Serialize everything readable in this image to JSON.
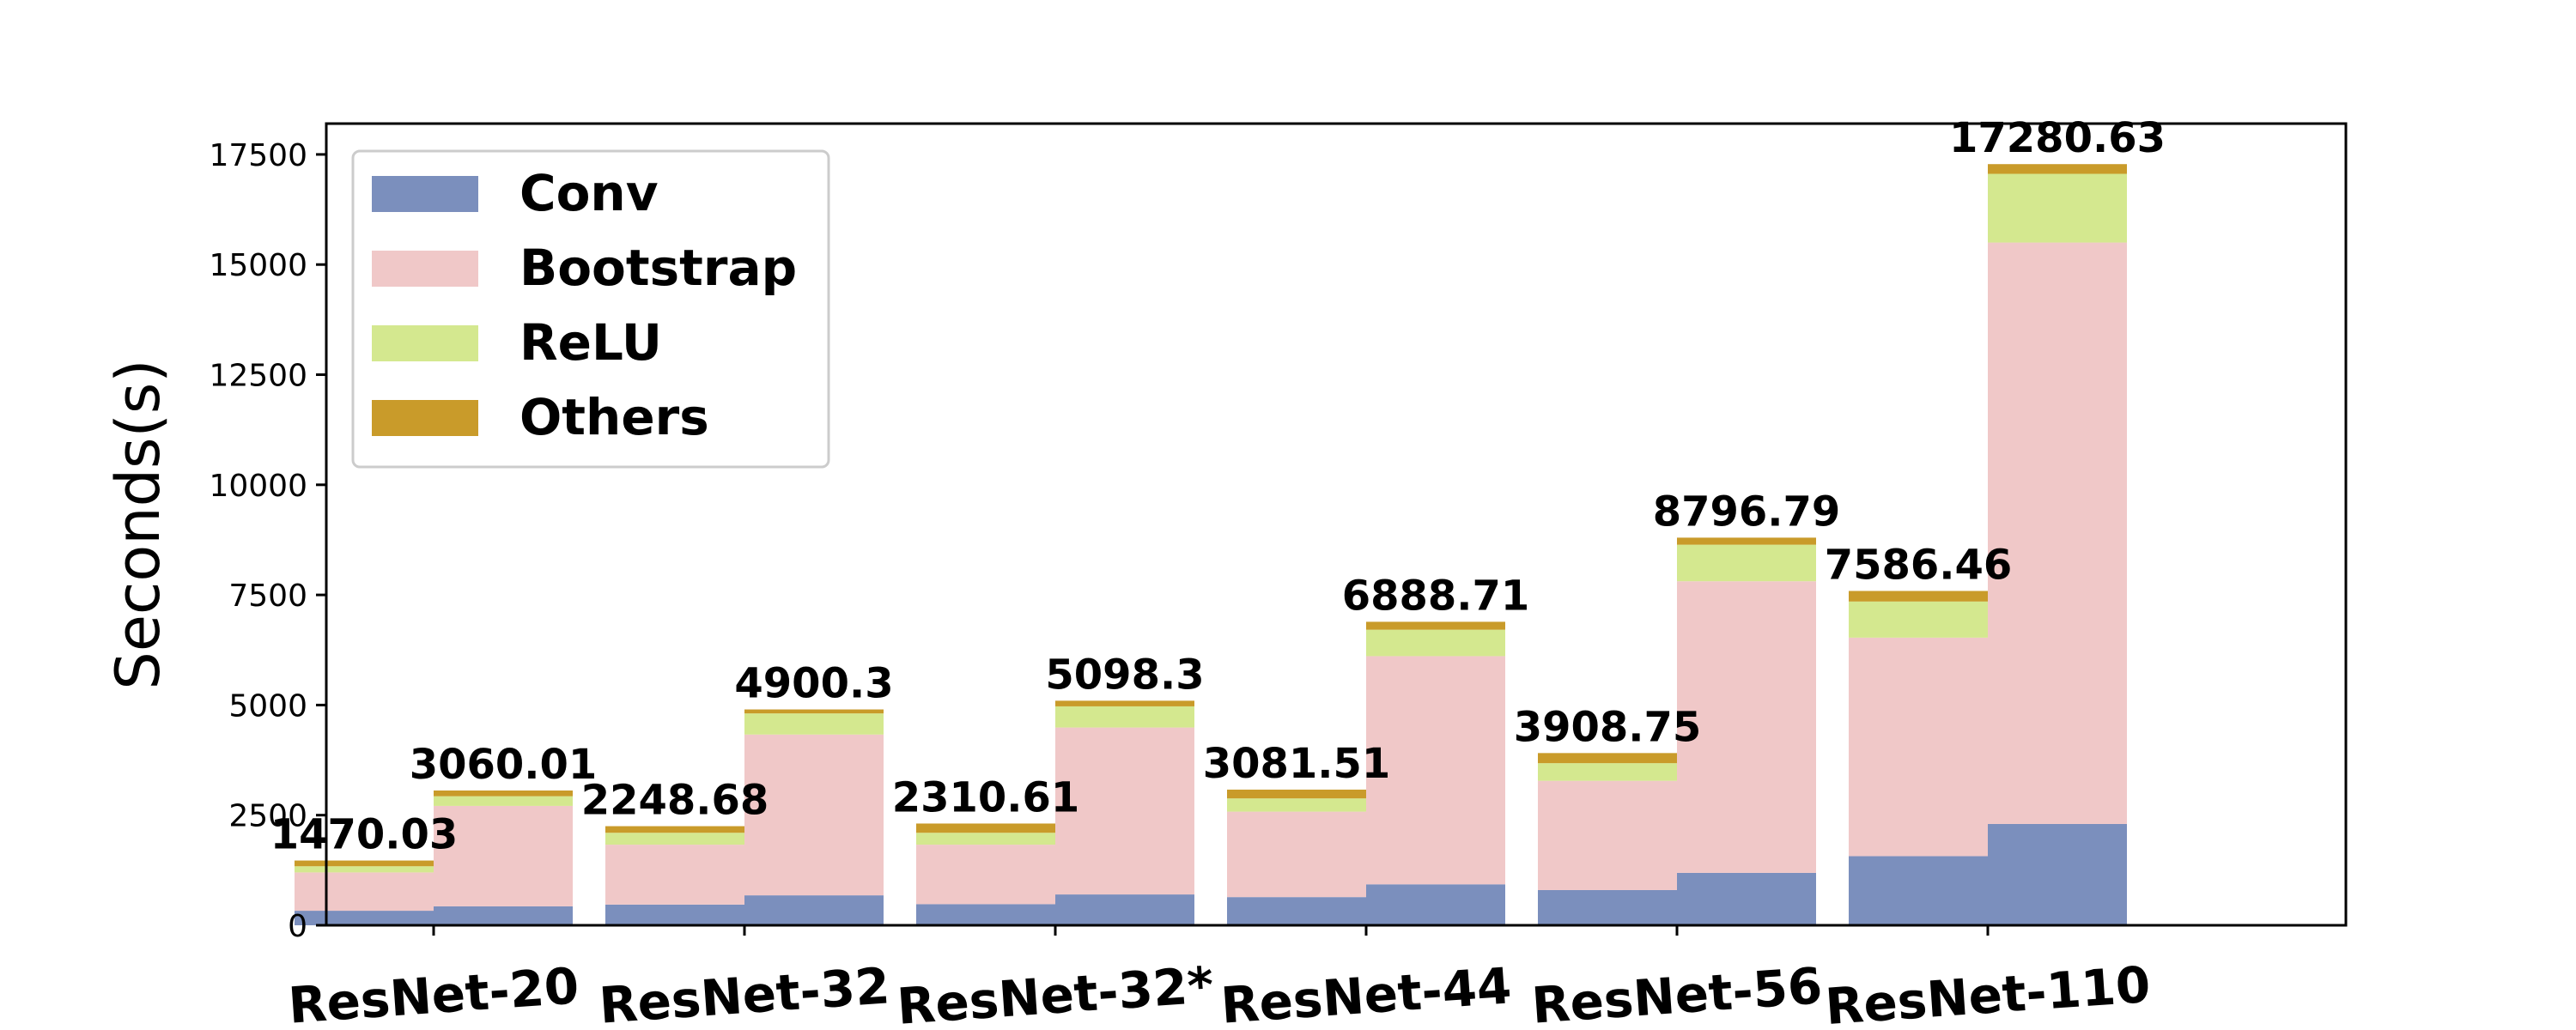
{
  "chart_data": {
    "type": "bar",
    "stacked": true,
    "ylabel": "Seconds(s)",
    "ylim": [
      0,
      18200
    ],
    "yticks": [
      0,
      2500,
      5000,
      7500,
      10000,
      12500,
      15000,
      17500
    ],
    "ytick_labels": [
      "0",
      "2500",
      "5000",
      "7500",
      "10000",
      "12500",
      "15000",
      "17500"
    ],
    "categories": [
      "ResNet-20",
      "ResNet-32",
      "ResNet-32*",
      "ResNet-44",
      "ResNet-56",
      "ResNet-110"
    ],
    "bars_per_category": 2,
    "legend_position": "top-left",
    "grid": false,
    "series": [
      {
        "name": "Conv",
        "color": "#7b8fbd",
        "values": [
          330,
          430,
          470,
          680,
          480,
          700,
          640,
          930,
          800,
          1190,
          1570,
          2300
        ]
      },
      {
        "name": "Bootstrap",
        "color": "#f0c8c8",
        "values": [
          870,
          2280,
          1360,
          3650,
          1350,
          3790,
          1940,
          5180,
          2480,
          6620,
          4960,
          13200
        ]
      },
      {
        "name": "ReLU",
        "color": "#d4e88f",
        "values": [
          140,
          220,
          270,
          480,
          270,
          480,
          300,
          600,
          400,
          830,
          820,
          1560
        ]
      },
      {
        "name": "Others",
        "color": "#c99b2a",
        "values": [
          130,
          130,
          150,
          90,
          210,
          128,
          200,
          180,
          230,
          160,
          240,
          220
        ]
      }
    ],
    "totals": [
      1470.03,
      3060.01,
      2248.68,
      4900.3,
      2310.61,
      5098.3,
      3081.51,
      6888.71,
      3908.75,
      8796.79,
      7586.46,
      17280.63
    ],
    "total_labels": [
      "1470.03",
      "3060.01",
      "2248.68",
      "4900.3",
      "2310.61",
      "5098.3",
      "3081.51",
      "6888.71",
      "3908.75",
      "8796.79",
      "7586.46",
      "17280.63"
    ]
  }
}
